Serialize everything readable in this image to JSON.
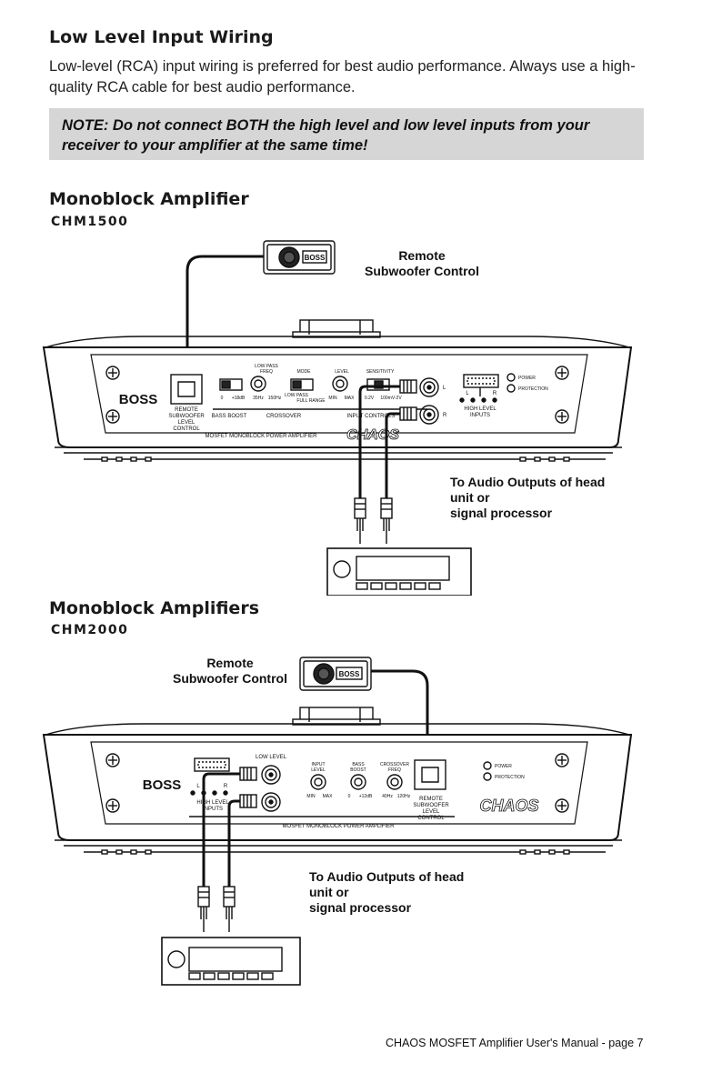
{
  "section": {
    "title": "Low Level Input Wiring",
    "intro": "Low-level (RCA) input wiring is preferred for best audio performance. Always use a high-quality RCA cable for best audio performance.",
    "note": "NOTE: Do not connect BOTH the high level and low level inputs from your receiver to your amplifier at the same time!"
  },
  "diagram1": {
    "heading": "Monoblock Amplifier",
    "model": "CHM1500",
    "remote_callout_line1": "Remote",
    "remote_callout_line2": "Subwoofer Control",
    "outputs_line1": "To Audio Outputs of head",
    "outputs_line2": "unit or",
    "outputs_line3": "signal processor",
    "panel": {
      "brand": "BOSS",
      "logo": "CHAOS",
      "remote_label": [
        "REMOTE",
        "SUBWOOFER",
        "LEVEL",
        "CONTROL"
      ],
      "bass_boost": "BASS BOOST",
      "bass_range": [
        "0",
        "+18dB"
      ],
      "low_pass": [
        "LOW PASS",
        "FREQ"
      ],
      "lp_range": [
        "35Hz",
        "150Hz"
      ],
      "mode": "MODE",
      "mode_options": [
        "LOW PASS",
        "FULL RANGE"
      ],
      "crossover": "CROSSOVER",
      "level": "LEVEL",
      "level_range": [
        "MIN",
        "MAX"
      ],
      "sensitivity": "SENSITIVITY",
      "sens_range": [
        "0.2V",
        "100mV-2V"
      ],
      "input_controls": "INPUT CONTROLS",
      "rca_lr": [
        "L",
        "R"
      ],
      "hl_lr": [
        "L",
        "R"
      ],
      "high_level": [
        "HIGH LEVEL",
        "INPUTS"
      ],
      "power": "POWER",
      "protection": "PROTECTION",
      "footer": "MOSFET MONOBLOCK POWER AMPLIFIER"
    }
  },
  "diagram2": {
    "heading": "Monoblock Amplifiers",
    "model": "CHM2000",
    "remote_callout_line1": "Remote",
    "remote_callout_line2": "Subwoofer Control",
    "outputs_line1": "To Audio Outputs of head",
    "outputs_line2": "unit or",
    "outputs_line3": "signal processor",
    "panel": {
      "brand": "BOSS",
      "logo": "CHAOS",
      "hl_lr": [
        "L",
        "R"
      ],
      "high_level": [
        "HIGH LEVEL",
        "INPUTS"
      ],
      "low_level": "LOW LEVEL",
      "input_level": [
        "INPUT",
        "LEVEL"
      ],
      "input_range": [
        "MIN",
        "MAX"
      ],
      "bass_boost": [
        "BASS",
        "BOOST"
      ],
      "bass_range": [
        "0",
        "+12dB"
      ],
      "crossover": [
        "CROSSOVER",
        "FREQ"
      ],
      "xo_range": [
        "40Hz",
        "120Hz"
      ],
      "remote_label": [
        "REMOTE",
        "SUBWOOFER",
        "LEVEL",
        "CONTROL"
      ],
      "power": "POWER",
      "protection": "PROTECTION",
      "footer": "MOSFET MONOBLOCK POWER AMPLIFIER"
    }
  },
  "remote_brand": "BOSS",
  "footer": "CHAOS MOSFET Amplifier User's Manual - page  7"
}
